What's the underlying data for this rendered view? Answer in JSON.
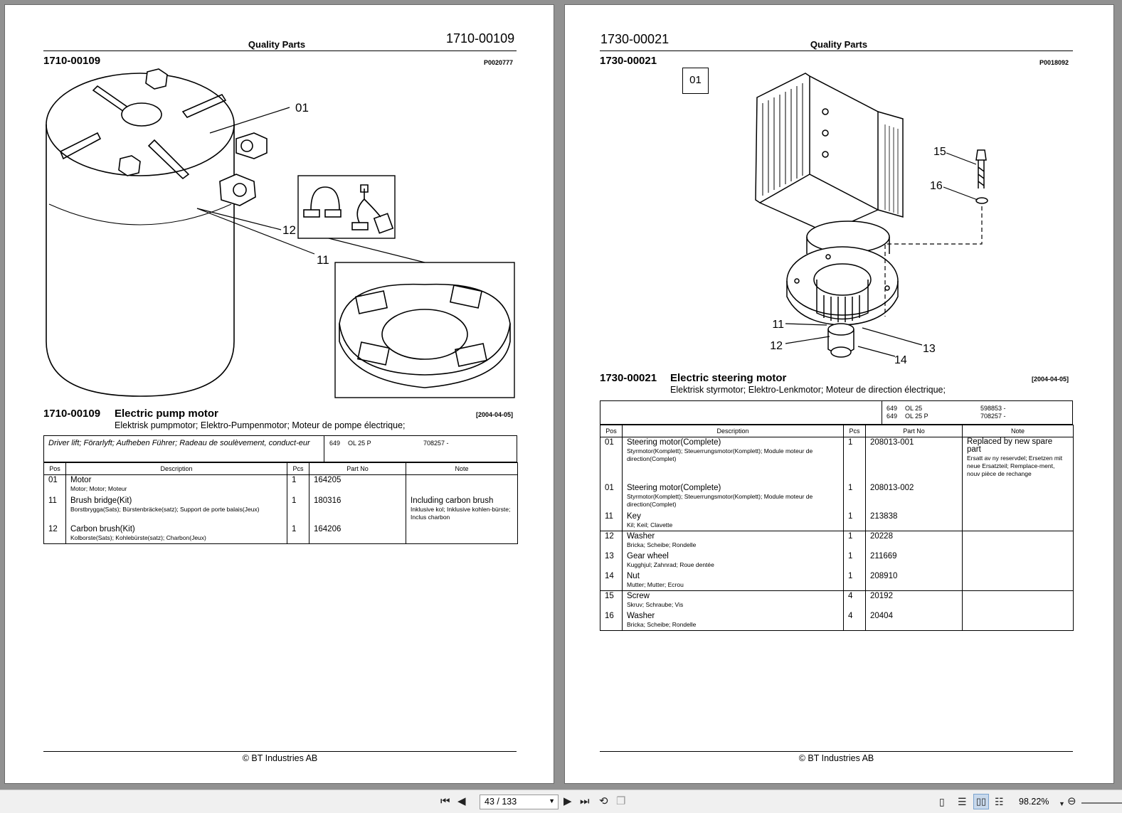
{
  "left_page": {
    "header_title": "Quality Parts",
    "doc_number": "1710-00109",
    "section_id": "1710-00109",
    "picture_code": "P0020777",
    "callouts": [
      "01",
      "12",
      "11"
    ],
    "heading_id": "1710-00109",
    "heading": "Electric pump motor",
    "subheading": "Elektrisk pumpmotor; Elektro-Pumpenmotor; Moteur de pompe électrique;",
    "date": "[2004-04-05]",
    "applicability": {
      "text": "Driver lift; Förarlyft; Aufheben Führer; Radeau de soulèvement, conduct-eur",
      "model_code": "649",
      "model": "OL 25 P",
      "serial": "708257 -"
    },
    "columns": [
      "Pos",
      "Description",
      "Pcs",
      "Part No",
      "Note"
    ],
    "rows": [
      {
        "pos": "01",
        "desc": "Motor",
        "trans": "Motor; Motor; Moteur",
        "pcs": "1",
        "part": "164205",
        "note": "",
        "note_trans": ""
      },
      {
        "pos": "11",
        "desc": "Brush bridge(Kit)",
        "trans": "Borstbrygga(Sats); Bürstenbräcke(satz); Support de porte balais(Jeux)",
        "pcs": "1",
        "part": "180316",
        "note": "Including carbon brush",
        "note_trans": "Inklusive kol; Inklusive kohlen-bürste; Inclus charbon"
      },
      {
        "pos": "12",
        "desc": "Carbon brush(Kit)",
        "trans": "Kolborste(Sats); Kohlebürste(satz); Charbon(Jeux)",
        "pcs": "1",
        "part": "164206",
        "note": "",
        "note_trans": ""
      }
    ],
    "footer": "© BT Industries AB"
  },
  "right_page": {
    "header_title": "Quality Parts",
    "doc_number": "1730-00021",
    "section_id": "1730-00021",
    "picture_code": "P0018092",
    "view_box_label": "01",
    "callouts": [
      "15",
      "16",
      "11",
      "12",
      "13",
      "14"
    ],
    "heading_id": "1730-00021",
    "heading": "Electric steering motor",
    "subheading": "Elektrisk styrmotor; Elektro-Lenkmotor; Moteur de direction électrique;",
    "date": "[2004-04-05]",
    "applicability": [
      {
        "model_code": "649",
        "model": "OL 25",
        "serial": "598853 -"
      },
      {
        "model_code": "649",
        "model": "OL 25 P",
        "serial": "708257 -"
      }
    ],
    "columns": [
      "Pos",
      "Description",
      "Pcs",
      "Part No",
      "Note"
    ],
    "rows": [
      {
        "pos": "01",
        "desc": "Steering motor(Complete)",
        "trans": "Styrmotor(Komplett); Steuerrungsmotor(Komplett); Module moteur de direction(Complet)",
        "pcs": "1",
        "part": "208013-001",
        "note": "Replaced by new spare part",
        "note_trans": "Ersatt av ny reservdel; Ersetzen mit neue Ersatzteil; Remplace-ment, nouv pièce de rechange"
      },
      {
        "pos": "01",
        "desc": "Steering motor(Complete)",
        "trans": "Styrmotor(Komplett); Steuerrungsmotor(Komplett); Module moteur de direction(Complet)",
        "pcs": "1",
        "part": "208013-002",
        "note": "",
        "note_trans": ""
      },
      {
        "pos": "11",
        "desc": "Key",
        "trans": "Kil; Keil; Clavette",
        "pcs": "1",
        "part": "213838",
        "note": "",
        "note_trans": ""
      },
      {
        "pos": "12",
        "desc": "Washer",
        "trans": "Bricka; Scheibe; Rondelle",
        "pcs": "1",
        "part": "20228",
        "note": "",
        "note_trans": ""
      },
      {
        "pos": "13",
        "desc": "Gear wheel",
        "trans": "Kugghjul; Zahnrad; Roue dentée",
        "pcs": "1",
        "part": "211669",
        "note": "",
        "note_trans": ""
      },
      {
        "pos": "14",
        "desc": "Nut",
        "trans": "Mutter; Mutter; Ecrou",
        "pcs": "1",
        "part": "208910",
        "note": "",
        "note_trans": ""
      },
      {
        "pos": "15",
        "desc": "Screw",
        "trans": "Skruv; Schraube; Vis",
        "pcs": "4",
        "part": "20192",
        "note": "",
        "note_trans": ""
      },
      {
        "pos": "16",
        "desc": "Washer",
        "trans": "Bricka; Scheibe; Rondelle",
        "pcs": "4",
        "part": "20404",
        "note": "",
        "note_trans": ""
      }
    ],
    "footer": "© BT Industries AB"
  },
  "toolbar": {
    "page_indicator": "43 / 133",
    "zoom": "98.22%",
    "icons": [
      "first-page-icon",
      "previous-page-icon",
      "next-page-icon",
      "last-page-icon",
      "rotate-icon",
      "fit-icon",
      "single-page-icon",
      "continuous-page-icon",
      "facing-pages-icon",
      "continuous-facing-icon",
      "zoom-out-icon"
    ]
  }
}
